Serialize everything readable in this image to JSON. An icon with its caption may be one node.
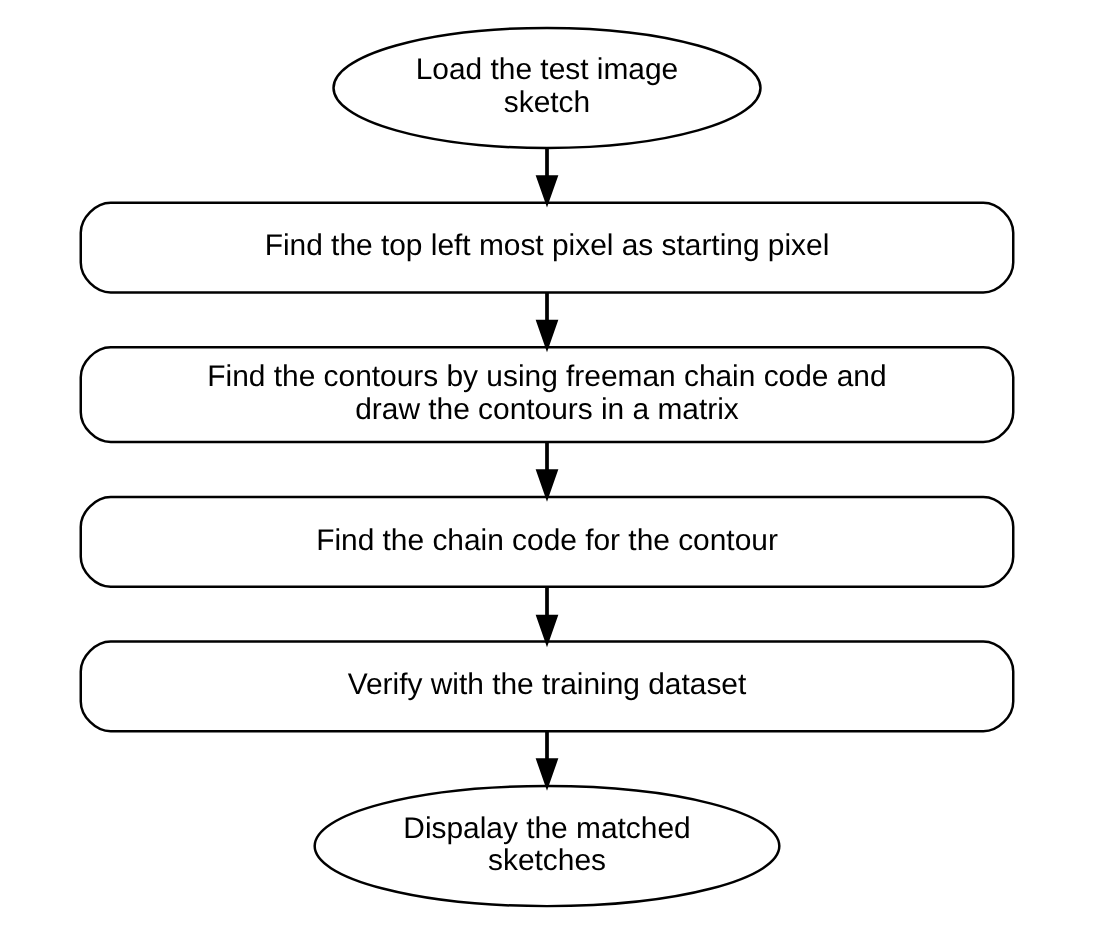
{
  "diagram": {
    "nodes": [
      {
        "text": [
          "Load the test image sketch"
        ]
      },
      {
        "text": [
          "Find the top left most pixel as starting pixel"
        ]
      },
      {
        "text": [
          "Find the contours by using freeman chain code and draw the contours in a matrix"
        ]
      },
      {
        "text": [
          "Find the chain code for the contour"
        ]
      },
      {
        "text": [
          "Verify with the training dataset"
        ]
      },
      {
        "text": [
          "Dispalay the matched sketches"
        ]
      }
    ],
    "edges": [
      {
        "from": 0,
        "to": 1,
        "arrow": "to"
      },
      {
        "from": 1,
        "to": 2,
        "arrow": "to"
      },
      {
        "from": 2,
        "to": 3,
        "arrow": "to"
      },
      {
        "from": 3,
        "to": 4,
        "arrow": "to"
      },
      {
        "from": 4,
        "to": 5,
        "arrow": "to"
      }
    ]
  }
}
